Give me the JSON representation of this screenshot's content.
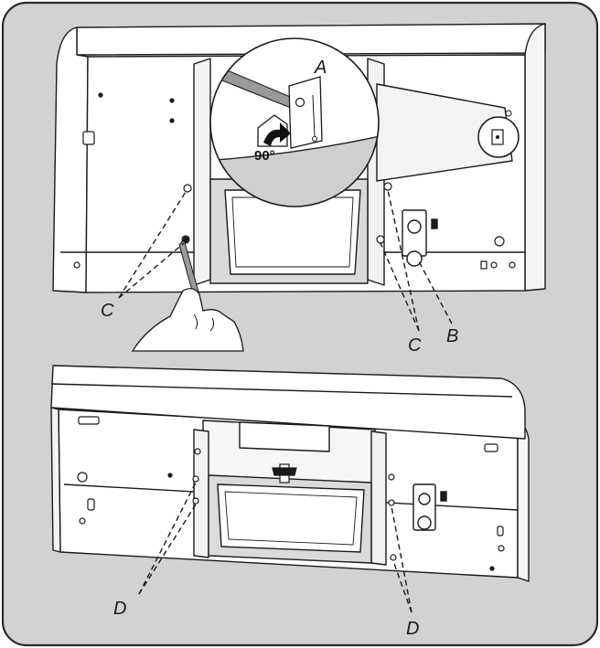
{
  "labels": {
    "a": "A",
    "b": "B",
    "c": "C",
    "d": "D",
    "angle": "90°"
  },
  "colors": {
    "panel_background": "#d2d2d2",
    "panel_border": "#2b2b2b",
    "hood_fill": "#ffffff",
    "outline": "#1a1a1a",
    "filter_frame": "#dadada",
    "screw_rod": "#9a9a9a"
  }
}
